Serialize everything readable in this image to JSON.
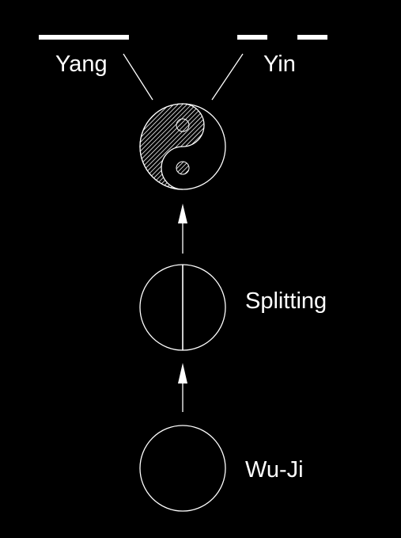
{
  "diagram": {
    "labels": {
      "yang": "Yang",
      "yin": "Yin",
      "splitting": "Splitting",
      "wuji": "Wu-Ji"
    },
    "colors": {
      "background": "#000000",
      "stroke": "#ffffff"
    }
  }
}
